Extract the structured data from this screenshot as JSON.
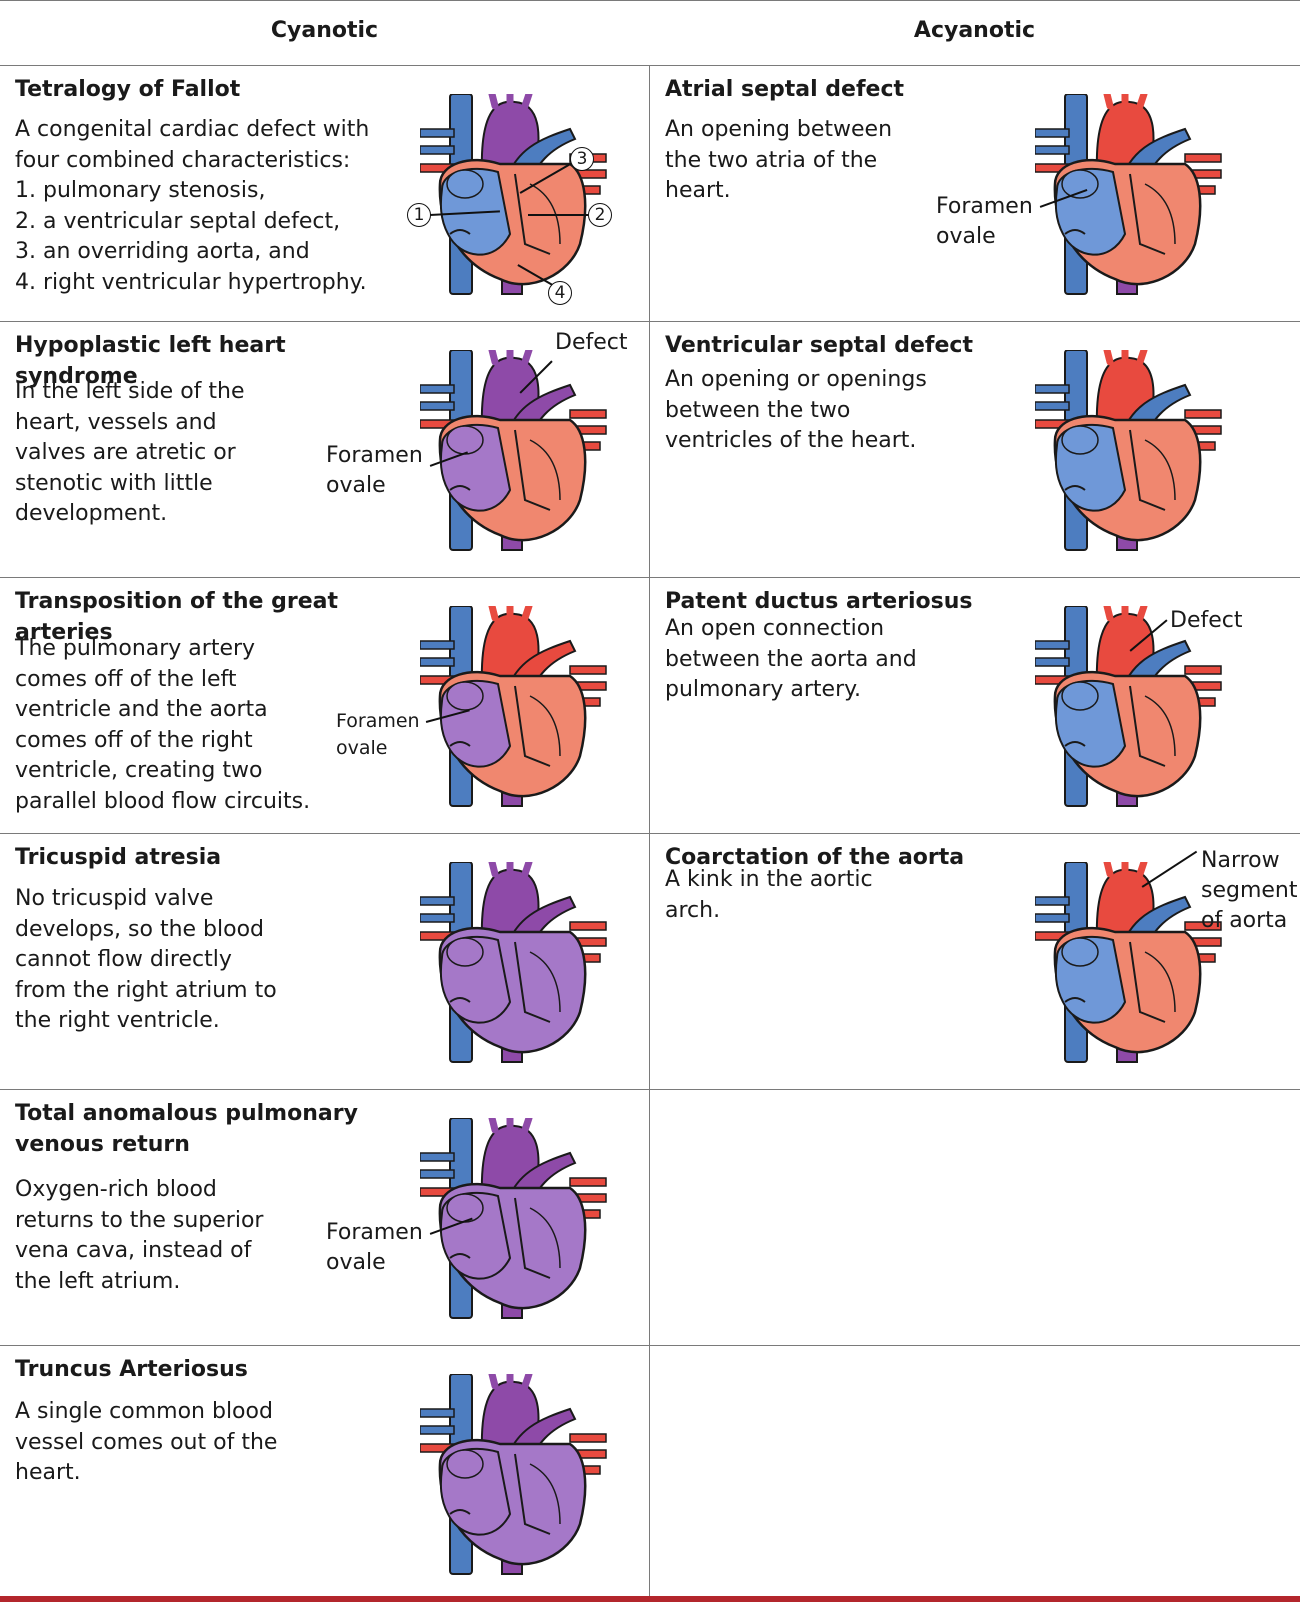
{
  "headers": {
    "cyanotic": "Cyanotic",
    "acyanotic": "Acyanotic"
  },
  "colors": {
    "vein_blue": "#4d7dc0",
    "artery_red": "#e84a3f",
    "mixed_purple": "#8e4aa8",
    "chamber_blue": "#6f98d8",
    "chamber_red": "#f0876f",
    "chamber_purple": "#a578c8",
    "divider": "#7a7a7a",
    "bottom_bar": "#b3262c"
  },
  "cyanotic": [
    {
      "title": "Tetralogy of Fallot",
      "description": "A congenital cardiac defect with\nfour combined characteristics:\n1. pulmonary stenosis,\n2. a ventricular septal defect,\n3. an overriding aorta, and\n4. right ventricular hypertrophy.",
      "markers": [
        "1",
        "2",
        "3",
        "4"
      ]
    },
    {
      "title": "Hypoplastic left heart syndrome",
      "description": "In the left side of the\nheart, vessels and\nvalves are atretic or\nstenotic with little\ndevelopment.",
      "callouts": [
        "Defect",
        "Foramen\novale"
      ]
    },
    {
      "title": "Transposition of the great arteries",
      "description": "The pulmonary artery\ncomes off of the left\nventricle and the aorta\ncomes off of the right\nventricle, creating two\nparallel blood flow circuits.",
      "callouts": [
        "Foramen\novale"
      ]
    },
    {
      "title": "Tricuspid atresia",
      "description": "No tricuspid valve\ndevelops, so the blood\ncannot flow directly\nfrom the right atrium to\nthe right ventricle."
    },
    {
      "title": "Total anomalous pulmonary venous return",
      "description": "Oxygen-rich blood\nreturns to the superior\nvena cava, instead of\nthe left atrium.",
      "callouts": [
        "Foramen\novale"
      ]
    },
    {
      "title": "Truncus Arteriosus",
      "description": "A single common blood\nvessel comes out of the\nheart."
    }
  ],
  "acyanotic": [
    {
      "title": "Atrial septal defect",
      "description": "An opening between\nthe two atria of the\nheart.",
      "callouts": [
        "Foramen\novale"
      ]
    },
    {
      "title": "Ventricular septal defect",
      "description": "An opening or openings\nbetween the two\nventricles of the heart."
    },
    {
      "title": "Patent ductus arteriosus",
      "description": "An open connection\nbetween the aorta and\npulmonary artery.",
      "callouts": [
        "Defect"
      ]
    },
    {
      "title": "Coarctation of the aorta",
      "description": "A kink in the aortic\narch.",
      "callouts": [
        "Narrow\nsegment\nof aorta"
      ]
    }
  ]
}
